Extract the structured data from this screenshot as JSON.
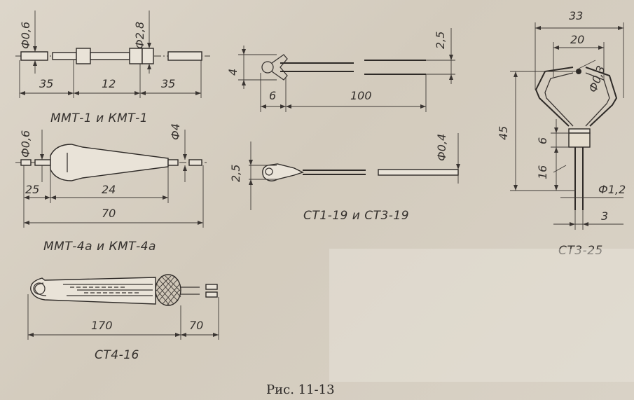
{
  "figure_caption": "Рис. 11-13",
  "components": {
    "mmt1": {
      "caption": "ММТ-1 и КМТ-1",
      "dims": {
        "d_lead": "Ф0,6",
        "d_body": "Ф2,8",
        "lead_left": "35",
        "body": "12",
        "lead_right": "35"
      }
    },
    "mmt4a": {
      "caption": "ММТ-4а и КМТ-4а",
      "dims": {
        "d_lead": "Ф0,6",
        "d_cap": "Ф4",
        "a": "25",
        "b": "24",
        "total": "70"
      }
    },
    "st4_16": {
      "caption": "СТ4-16",
      "dims": {
        "body": "170",
        "lead": "70"
      }
    },
    "st1_19_top": {
      "dims": {
        "h": "4",
        "gap": "2,5",
        "head": "6",
        "length": "100"
      }
    },
    "st1_19": {
      "caption": "СТ1-19 и СТ3-19",
      "dims": {
        "h": "2,5",
        "d": "Ф0,4"
      }
    },
    "st3_25": {
      "caption": "СТ3-25",
      "dims": {
        "width": "33",
        "inner": "20",
        "bead": "Ф0,3",
        "height": "45",
        "body": "6",
        "leads": "16",
        "d_lead": "Ф1,2",
        "pitch": "3"
      }
    }
  }
}
